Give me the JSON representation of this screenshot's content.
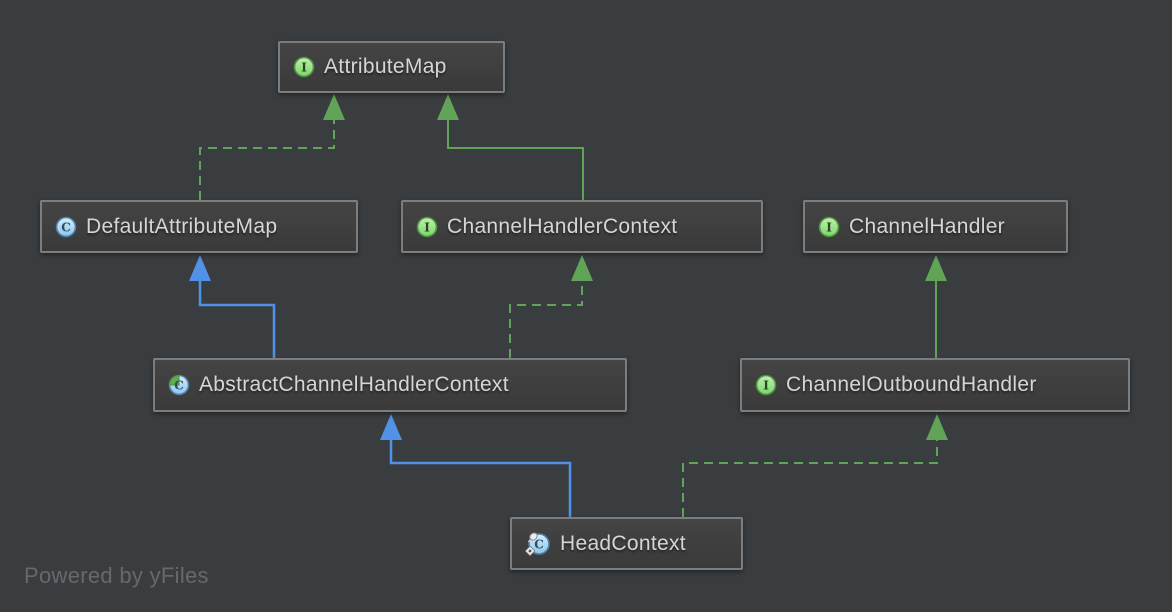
{
  "canvas": {
    "watermark": "Powered by yFiles",
    "background_color": "#393d40"
  },
  "colors": {
    "node_fill": "#3e3e3e",
    "node_border": "#7d7d7d",
    "node_text": "#d6d6d6",
    "edge_extends_interface_green": "#61a357",
    "edge_extends_class_blue": "#5291e8",
    "watermark_text": "#66696c",
    "interface_icon_fill": "#8fdb7e",
    "class_icon_fill": "#9fd0f0"
  },
  "nodes": [
    {
      "label": "AttributeMap",
      "kind": "interface",
      "icon": "interface-icon",
      "icon_letter": "I"
    },
    {
      "label": "DefaultAttributeMap",
      "kind": "class",
      "icon": "class-icon",
      "icon_letter": "C"
    },
    {
      "label": "ChannelHandlerContext",
      "kind": "interface",
      "icon": "interface-icon",
      "icon_letter": "I"
    },
    {
      "label": "ChannelHandler",
      "kind": "interface",
      "icon": "interface-icon",
      "icon_letter": "I"
    },
    {
      "label": "AbstractChannelHandlerContext",
      "kind": "abstract-class",
      "icon": "abstract-class-icon",
      "icon_letter": "C"
    },
    {
      "label": "ChannelOutboundHandler",
      "kind": "interface",
      "icon": "interface-icon",
      "icon_letter": "I"
    },
    {
      "label": "HeadContext",
      "kind": "static-final-class",
      "icon": "static-final-class-icon",
      "icon_letter": "C"
    }
  ],
  "edges": [
    {
      "from": "DefaultAttributeMap",
      "to": "AttributeMap",
      "relation": "implements",
      "style": "dashed-green"
    },
    {
      "from": "ChannelHandlerContext",
      "to": "AttributeMap",
      "relation": "extends",
      "style": "solid-green"
    },
    {
      "from": "AbstractChannelHandlerContext",
      "to": "DefaultAttributeMap",
      "relation": "extends",
      "style": "solid-blue"
    },
    {
      "from": "AbstractChannelHandlerContext",
      "to": "ChannelHandlerContext",
      "relation": "implements",
      "style": "dashed-green"
    },
    {
      "from": "ChannelOutboundHandler",
      "to": "ChannelHandler",
      "relation": "extends",
      "style": "solid-green"
    },
    {
      "from": "HeadContext",
      "to": "AbstractChannelHandlerContext",
      "relation": "extends",
      "style": "solid-blue"
    },
    {
      "from": "HeadContext",
      "to": "ChannelOutboundHandler",
      "relation": "implements",
      "style": "dashed-green"
    }
  ]
}
